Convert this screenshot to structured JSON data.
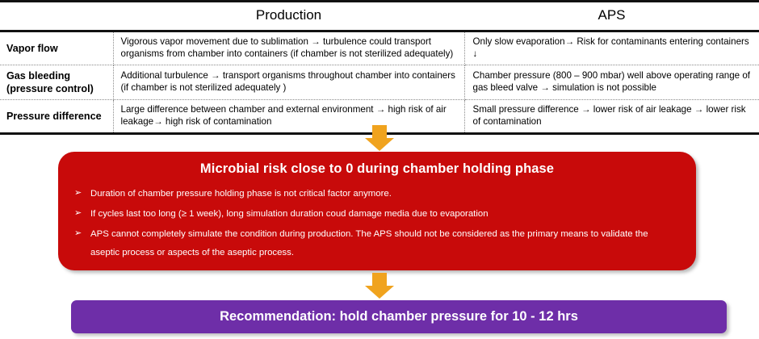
{
  "table": {
    "columns": [
      "",
      "Production",
      "APS"
    ],
    "rows": [
      {
        "label": "Vapor flow",
        "label_line2": "",
        "production": "Vigorous  vapor movement due to sublimation → turbulence could transport organisms from chamber into containers (if chamber is not sterilized adequately)",
        "aps": "Only slow evaporation→ Risk for contaminants entering containers ↓"
      },
      {
        "label": "Gas bleeding",
        "label_line2": "(pressure control)",
        "production": "Additional turbulence → transport organisms throughout chamber into containers (if chamber is not sterilized adequately )",
        "aps": "Chamber pressure (800 – 900 mbar)  well above operating range of gas bleed valve → simulation is not possible"
      },
      {
        "label": "Pressure difference",
        "label_line2": "",
        "production": "Large difference between chamber and external environment → high risk of air leakage→ high risk of contamination",
        "aps": "Small pressure difference → lower risk of air leakage → lower risk of contamination"
      }
    ]
  },
  "risk_box": {
    "title": "Microbial risk close to 0 during chamber holding phase",
    "bullet_marker": "➢",
    "bullets": [
      {
        "text": "Duration of chamber pressure holding phase is not critical factor anymore.",
        "continuation": ""
      },
      {
        "text": "If cycles last too long (≥ 1 week), long simulation duration coud damage media due to evaporation",
        "continuation": ""
      },
      {
        "text": "APS cannot completely simulate the condition during production. The APS should not be considered as the primary means to validate the",
        "continuation": "aseptic process or aspects of the aseptic process."
      }
    ],
    "color": "#C80A0A"
  },
  "recommendation_box": {
    "text": "Recommendation: hold chamber pressure for 10 - 12 hrs",
    "color": "#6E2EA8"
  },
  "arrows": {
    "color": "#F0A31E",
    "top_arrow_name": "down-arrow-icon",
    "bottom_arrow_name": "down-arrow-icon"
  }
}
